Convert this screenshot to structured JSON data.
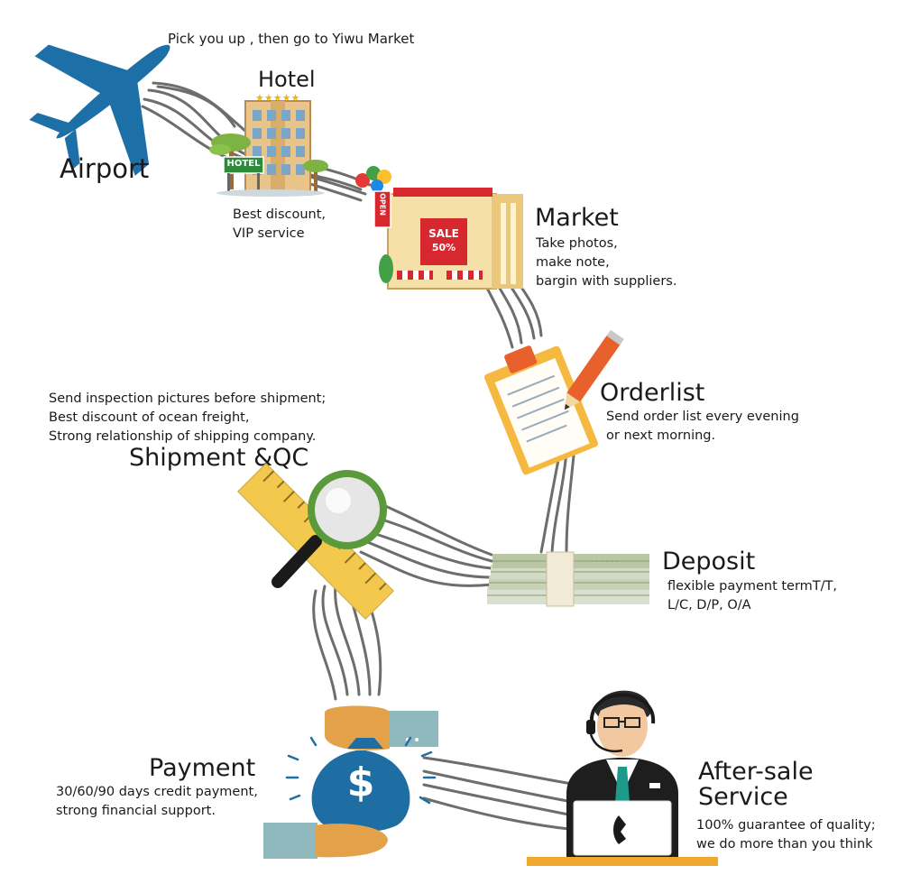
{
  "top_caption": "Pick you up , then go to Yiwu Market",
  "steps": {
    "airport": {
      "title": "Airport"
    },
    "hotel": {
      "title": "Hotel",
      "sign": "HOTEL",
      "desc": [
        "Best discount,",
        "VIP service"
      ]
    },
    "market": {
      "title": "Market",
      "sign_open": "OPEN",
      "sign_sale": "SALE",
      "sign_percent": "50%",
      "desc": [
        "Take photos,",
        "make note,",
        "bargin with suppliers."
      ]
    },
    "orderlist": {
      "title": "Orderlist",
      "desc": [
        "Send order list every evening",
        "or next morning."
      ]
    },
    "deposit": {
      "title": "Deposit",
      "desc": [
        "flexible payment termT/T,",
        "L/C, D/P, O/A"
      ]
    },
    "shipment": {
      "title": "Shipment &QC",
      "desc": [
        "Send inspection pictures before shipment;",
        "Best discount of ocean freight,",
        "Strong relationship of shipping company."
      ]
    },
    "payment": {
      "title": "Payment",
      "desc": [
        "30/60/90 days credit payment,",
        "strong financial support."
      ]
    },
    "aftersale": {
      "title_line1": "After-sale",
      "title_line2": "Service",
      "desc": [
        "100% guarantee of quality;",
        "we do more than you think"
      ]
    }
  },
  "colors": {
    "plane": "#1d6fa8",
    "cable": "#6d6d6d",
    "hotel": "#e8c48a",
    "market_red": "#d7282f",
    "pencil": "#e8612c",
    "money_green": "#b9c7a4",
    "ruler": "#f2c94c",
    "bag_blue": "#1f6ea3",
    "hand": "#e3a24a",
    "sleeve": "#8fb9bd",
    "suit": "#1e1e1e",
    "desk": "#f0a830"
  }
}
